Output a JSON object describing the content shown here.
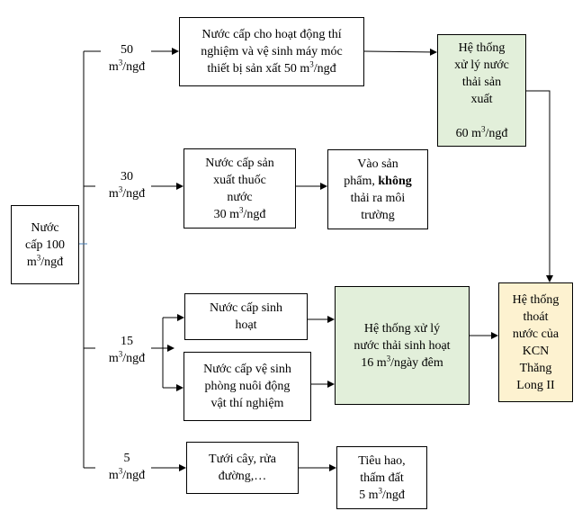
{
  "source": {
    "lines": [
      {
        "t": "Nước"
      },
      {
        "t": "cấp 100"
      },
      {
        "t": "m",
        "sup": "3",
        "after": "/ngđ"
      }
    ]
  },
  "branches": [
    {
      "lines": [
        {
          "t": "50"
        },
        {
          "t": "m",
          "sup": "3",
          "after": "/ngđ"
        }
      ]
    },
    {
      "lines": [
        {
          "t": "30"
        },
        {
          "t": "m",
          "sup": "3",
          "after": "/ngđ"
        }
      ]
    },
    {
      "lines": [
        {
          "t": "15"
        },
        {
          "t": "m",
          "sup": "3",
          "after": "/ngđ"
        }
      ]
    },
    {
      "lines": [
        {
          "t": "5"
        },
        {
          "t": "m",
          "sup": "3",
          "after": "/ngđ"
        }
      ]
    }
  ],
  "boxes": {
    "lab_water": {
      "lines": [
        {
          "t": "Nước cấp cho hoạt động thí"
        },
        {
          "t": "nghiệm và vệ sinh máy móc"
        },
        {
          "t": "thiết bị sản xất 50 m",
          "sup": "3",
          "after": "/ngđ"
        }
      ]
    },
    "production_treatment": {
      "lines": [
        {
          "t": "Hệ thống"
        },
        {
          "t": "xử lý nước"
        },
        {
          "t": "thải sản"
        },
        {
          "t": "xuất"
        },
        {
          "t": ""
        },
        {
          "t": "60 m",
          "sup": "3",
          "after": "/ngđ"
        }
      ]
    },
    "drug_water": {
      "lines": [
        {
          "t": "Nước cấp sản"
        },
        {
          "t": "xuất thuốc"
        },
        {
          "t": "nước"
        },
        {
          "t": "30 m",
          "sup": "3",
          "after": "/ngđ"
        }
      ]
    },
    "into_product": {
      "lines": [
        {
          "t": "Vào sản"
        },
        {
          "t": "phẩm, ",
          "bold": "không"
        },
        {
          "t": "thải ra môi"
        },
        {
          "t": "trường"
        }
      ]
    },
    "domestic_water": {
      "lines": [
        {
          "t": "Nước cấp sinh"
        },
        {
          "t": "hoạt"
        }
      ]
    },
    "animal_room_water": {
      "lines": [
        {
          "t": "Nước cấp vệ sinh"
        },
        {
          "t": "phòng nuôi động"
        },
        {
          "t": "vật thí nghiệm"
        }
      ]
    },
    "domestic_treatment": {
      "lines": [
        {
          "t": "Hệ thống xử lý"
        },
        {
          "t": "nước thải sinh hoạt"
        },
        {
          "t": "16 m",
          "sup": "3",
          "after": "/ngày đêm"
        }
      ]
    },
    "kcn_drainage": {
      "lines": [
        {
          "t": "Hệ thống"
        },
        {
          "t": "thoát"
        },
        {
          "t": "nước của"
        },
        {
          "t": "KCN"
        },
        {
          "t": "Thăng"
        },
        {
          "t": "Long II"
        }
      ]
    },
    "irrigation": {
      "lines": [
        {
          "t": "Tưới cây, rửa"
        },
        {
          "t": "đường,…"
        }
      ]
    },
    "loss": {
      "lines": [
        {
          "t": "Tiêu hao,"
        },
        {
          "t": "thấm đất"
        },
        {
          "t": "5 m",
          "sup": "3",
          "after": "/ngđ"
        }
      ]
    }
  },
  "colors": {
    "green_fill": "#e2efda",
    "yellow_fill": "#fdf2d0",
    "line": "#000000"
  }
}
